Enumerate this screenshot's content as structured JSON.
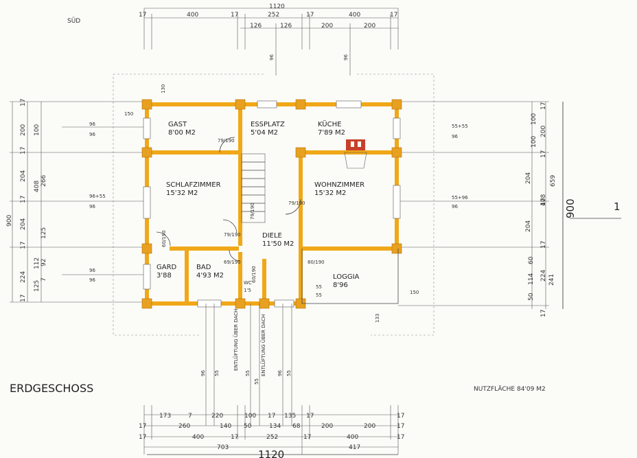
{
  "orientation": "SÜD",
  "floor_title": "ERDGESCHOSS",
  "nutzflaeche": "NUTZFLÄCHE  84'09 M2",
  "section_marker": "1",
  "rooms": {
    "gast": {
      "name": "GAST",
      "area": "8'00 M2"
    },
    "essplatz": {
      "name": "ESSPLATZ",
      "area": "5'04 M2"
    },
    "kueche": {
      "name": "KÜCHE",
      "area": "7'89 M2"
    },
    "schlafzimmer": {
      "name": "SCHLAFZIMMER",
      "area": "15'32 M2"
    },
    "wohnzimmer": {
      "name": "WOHNZIMMER",
      "area": "15'32 M2"
    },
    "diele": {
      "name": "DIELE",
      "area": "11'50 M2"
    },
    "garo": {
      "name": "GARD",
      "area": "3'88"
    },
    "bad": {
      "name": "BAD",
      "area": "4'93 M2"
    },
    "wc": {
      "name": "WC",
      "area": "1'5"
    },
    "loggia": {
      "name": "LOGGIA",
      "area": "8'96"
    }
  },
  "door_labels": [
    "79/190",
    "79/190",
    "79/190",
    "79/190",
    "69/190",
    "60/190",
    "80/190",
    "60/190"
  ],
  "vent_labels": [
    "ENTLÜFTUNG ÜBER DACH",
    "ENTLÜFTUNG ÜBER DACH"
  ],
  "top_dims": {
    "overall": "1120",
    "row1": [
      "17",
      "400",
      "17",
      "252",
      "17",
      "400",
      "17"
    ],
    "row2": [
      "126",
      "126",
      "200",
      "200"
    ],
    "heights": [
      "96",
      "96"
    ]
  },
  "bottom_dims": {
    "overall": "1120",
    "row1": [
      "173",
      "7",
      "220",
      "100",
      "17",
      "135",
      "17",
      "17"
    ],
    "row2": [
      "17",
      "260",
      "140",
      "50",
      "134",
      "68",
      "200",
      "200",
      "17"
    ],
    "row3": [
      "17",
      "400",
      "17",
      "252",
      "17",
      "400",
      "17"
    ],
    "row4": [
      "703",
      "417"
    ],
    "heights": [
      "96",
      "55",
      "55",
      "55",
      "96",
      "55"
    ]
  },
  "left_dims": {
    "overall": "900",
    "col1": [
      "17",
      "200",
      "17",
      "204",
      "17",
      "204",
      "17",
      "224",
      "17"
    ],
    "col2": [
      "100",
      "408",
      "112",
      "125"
    ],
    "col3": [
      "266",
      "125",
      "92",
      "7"
    ],
    "widths": [
      "150",
      "130",
      "96",
      "96",
      "96+55",
      "96",
      "96",
      "96"
    ]
  },
  "right_dims": {
    "overall": "900",
    "col1": [
      "17",
      "200",
      "17",
      "204",
      "17",
      "204",
      "17",
      "241",
      "17"
    ],
    "col2": [
      "100",
      "100",
      "408",
      "224",
      "114",
      "50",
      "60"
    ],
    "col3": [
      "659"
    ],
    "widths": [
      "55+55",
      "96",
      "55+96",
      "96",
      "150",
      "133",
      "55",
      "55"
    ]
  },
  "colors": {
    "wall": "#f0a818",
    "chimney": "#c8402a",
    "paper": "#fbfbf8",
    "ink": "#333333"
  }
}
